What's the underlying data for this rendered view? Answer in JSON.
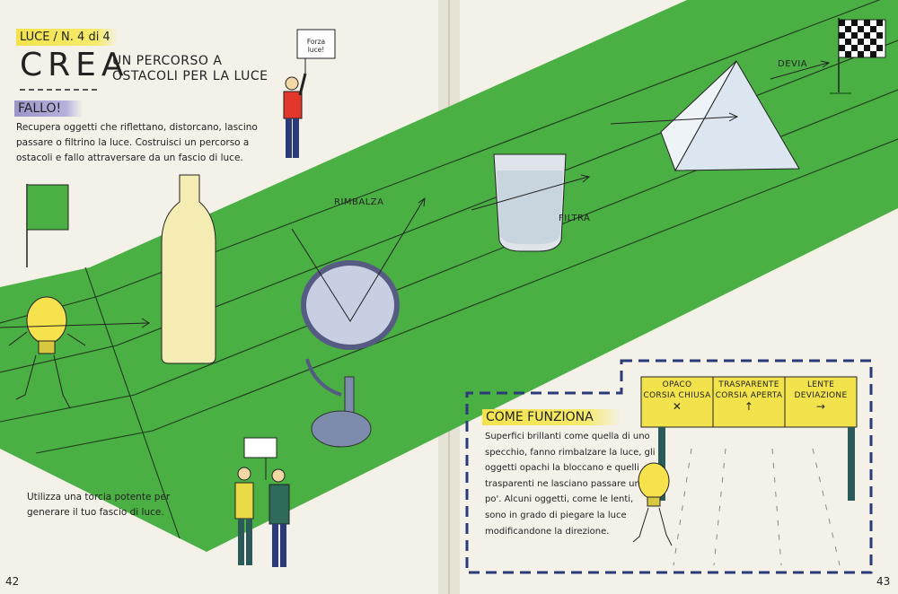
{
  "left_page": {
    "series": "LUCE / N. 4 di 4",
    "title": "CREA",
    "subtitle": "UN PERCORSO A OSTACOLI PER LA LUCE",
    "section": "FALLO!",
    "instructions": "Recupera oggetti che riflettano, distorcano, lascino passare o filtrino la luce. Costruisci un percorso a ostacoli e fallo attraversare da un fascio di luce.",
    "sign_text": "Forza luce!",
    "label_bounce": "RIMBALZA",
    "tip": "Utilizza una torcia potente per generare il tuo fascio di luce.",
    "page_number": "42"
  },
  "right_page": {
    "label_filter": "FILTRA",
    "label_deviate": "DEVIA",
    "section": "COME FUNZIONA",
    "explanation": "Superfici brillanti come quella di uno specchio, fanno rimbalzare la luce, gli oggetti opachi la bloccano e quelli trasparenti ne lasciano passare un po'. Alcuni oggetti, come le lenti, sono in grado di piegare la luce modificandone la direzione.",
    "lanes": [
      {
        "line1": "OPACO",
        "line2": "CORSIA CHIUSA",
        "symbol": "✕"
      },
      {
        "line1": "TRASPARENTE",
        "line2": "CORSIA APERTA",
        "symbol": "↑"
      },
      {
        "line1": "LENTE",
        "line2": "DEVIAZIONE",
        "symbol": "→"
      }
    ],
    "page_number": "43"
  },
  "colors": {
    "track_green": "#4bb043",
    "highlight_yellow": "#f2e34c",
    "highlight_purple": "#9b95c8",
    "paper": "#f4f1e8",
    "dashed_frame": "#2b3a78"
  }
}
